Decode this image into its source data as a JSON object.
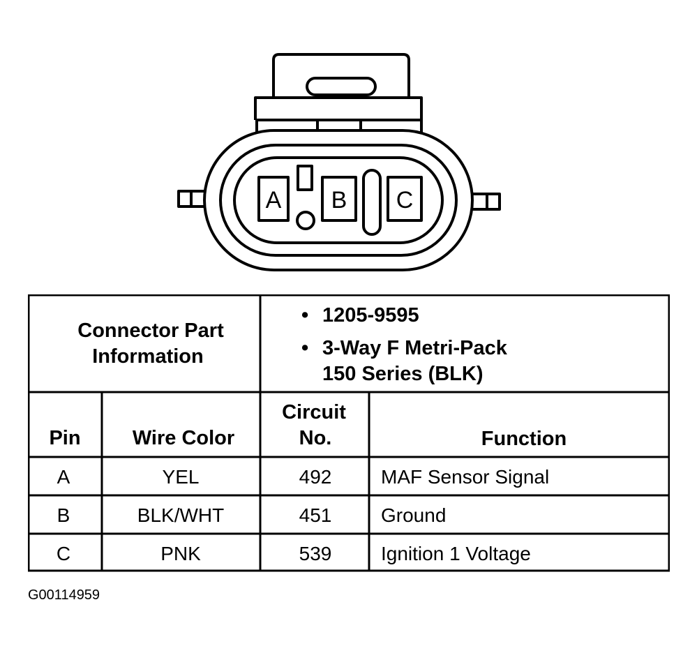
{
  "connector": {
    "pins": [
      "A",
      "B",
      "C"
    ]
  },
  "info": {
    "label_line1": "Connector Part",
    "label_line2": "Information",
    "bullet": "•",
    "items": [
      {
        "lines": [
          "1205-9595"
        ]
      },
      {
        "lines": [
          "3-Way F Metri-Pack",
          "150 Series (BLK)"
        ]
      }
    ]
  },
  "headers": {
    "pin": "Pin",
    "wire_color": "Wire Color",
    "circuit_line1": "Circuit",
    "circuit_line2": "No.",
    "function": "Function"
  },
  "rows": [
    {
      "pin": "A",
      "wire_color": "YEL",
      "circuit": "492",
      "function": "MAF Sensor Signal"
    },
    {
      "pin": "B",
      "wire_color": "BLK/WHT",
      "circuit": "451",
      "function": "Ground"
    },
    {
      "pin": "C",
      "wire_color": "PNK",
      "circuit": "539",
      "function": "Ignition 1 Voltage"
    }
  ],
  "figure_id": "G00114959"
}
